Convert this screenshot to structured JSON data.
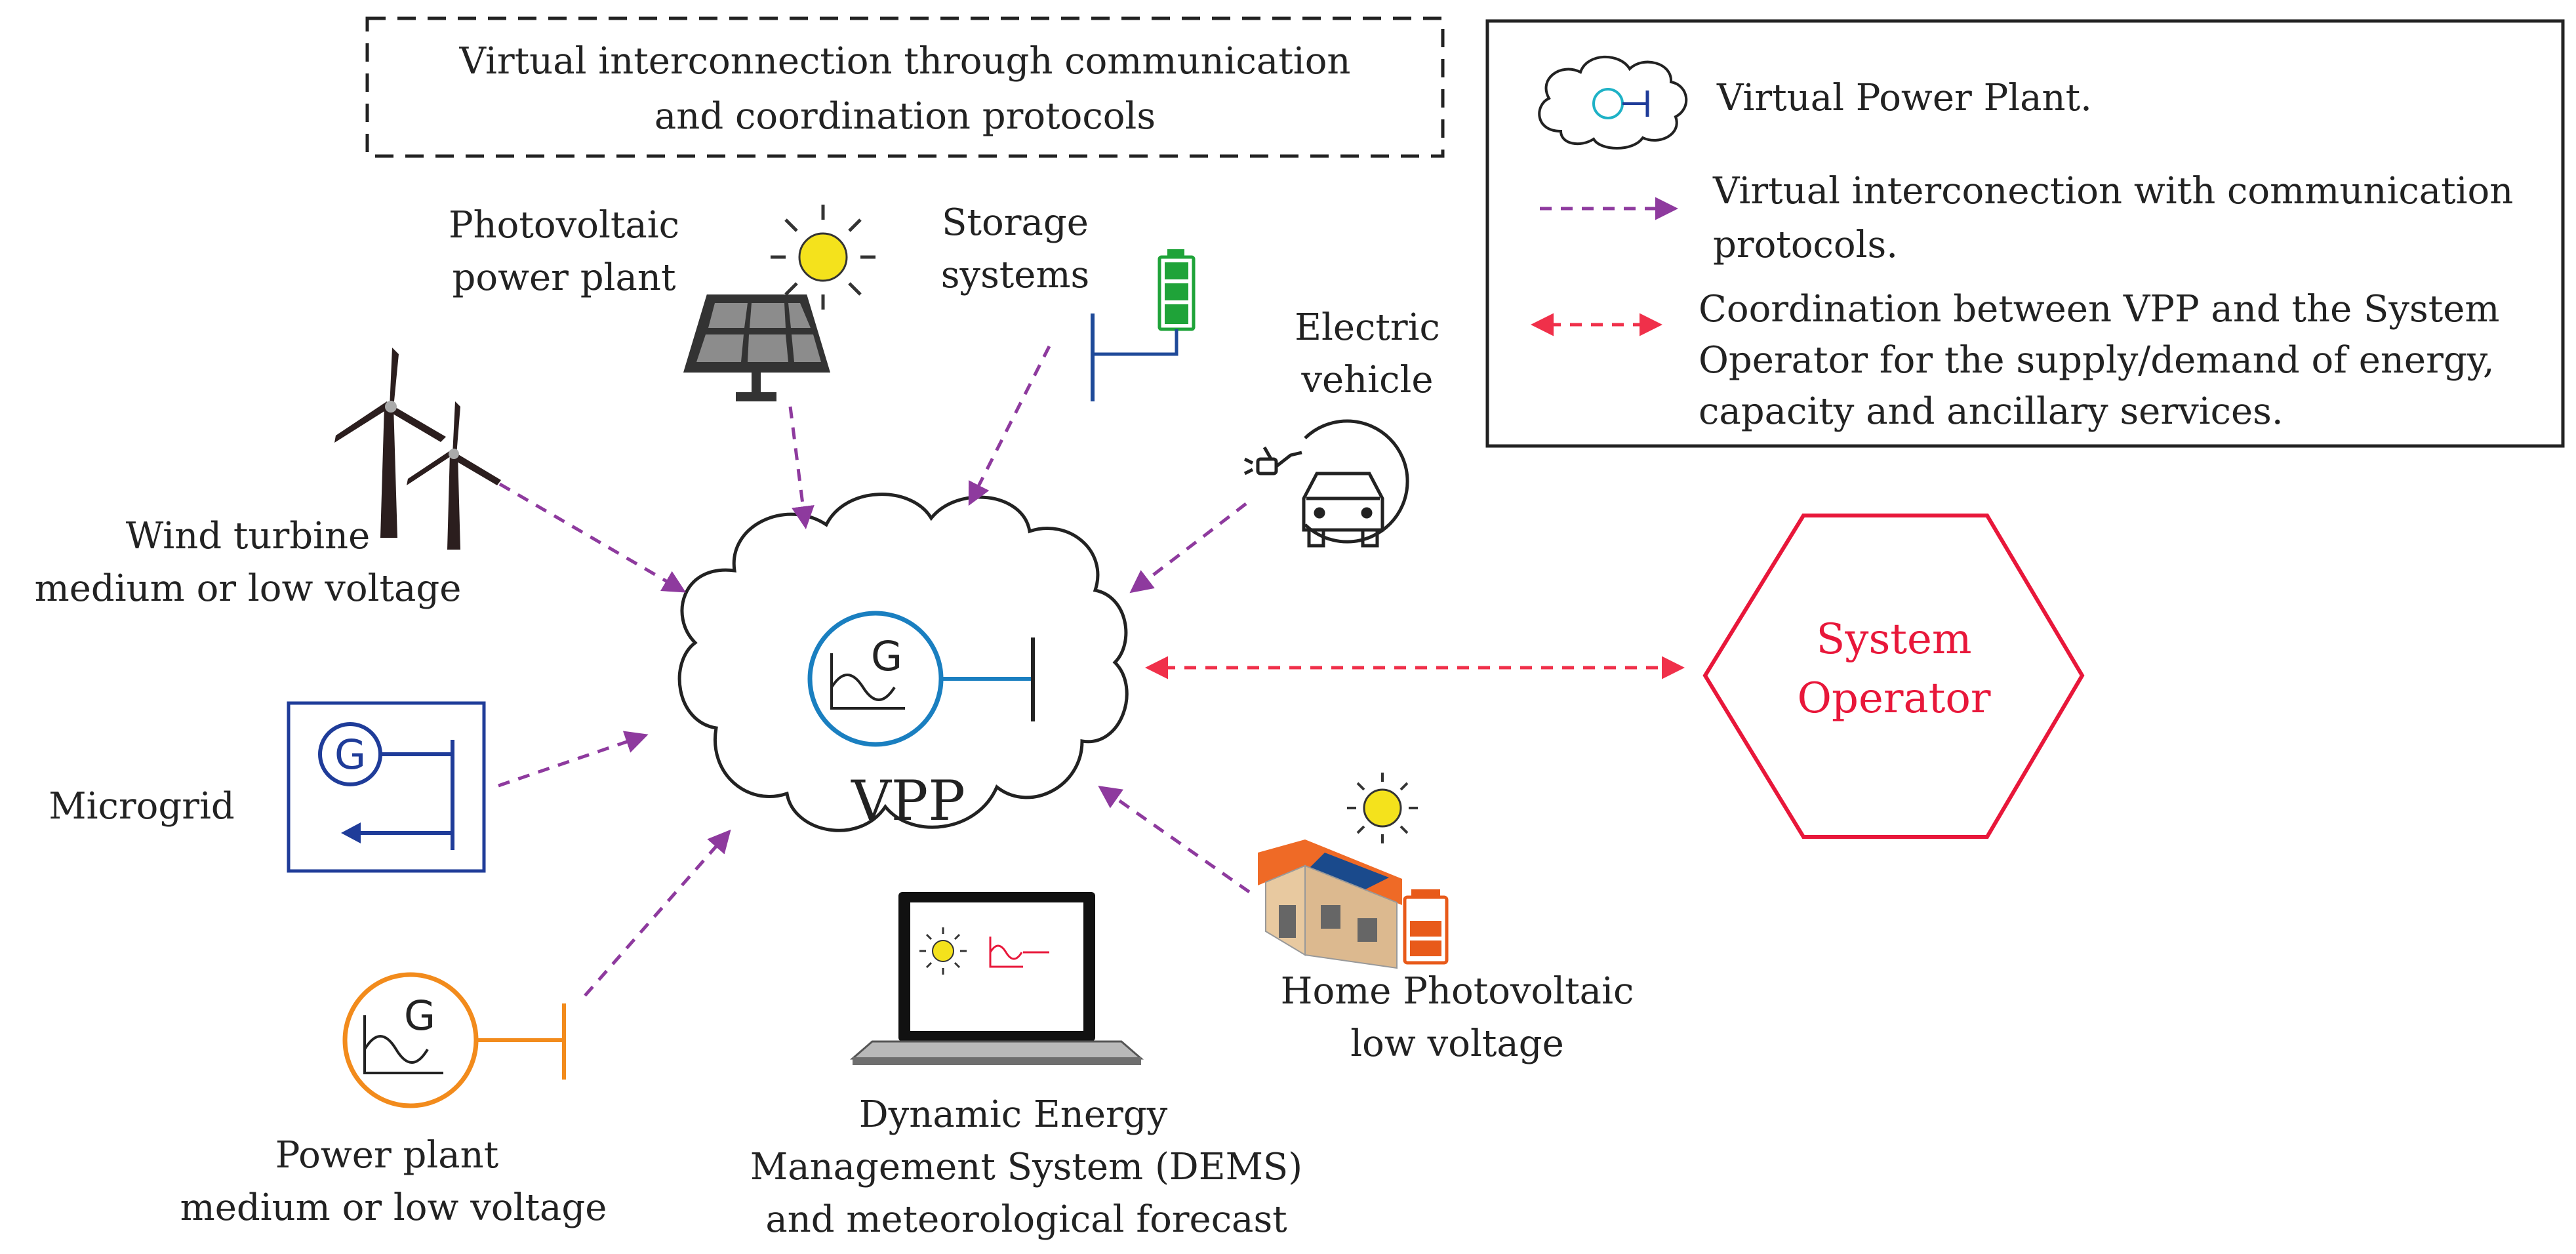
{
  "header_note": {
    "line1": "Virtual interconnection through communication",
    "line2": "and coordination protocols"
  },
  "legend": {
    "vpp": "Virtual Power Plant.",
    "virtual_line1": "Virtual interconection with communication",
    "virtual_line2": "protocols.",
    "coord_line1": "Coordination between VPP and the System",
    "coord_line2": "Operator for the supply/demand of energy,",
    "coord_line3": "capacity and ancillary services."
  },
  "nodes": {
    "pv_plant": [
      "Photovoltaic",
      "power plant"
    ],
    "storage": [
      "Storage",
      "systems"
    ],
    "ev": [
      "Electric",
      "vehicle"
    ],
    "wind": [
      "Wind turbine",
      "medium or low voltage"
    ],
    "microgrid": "Microgrid",
    "power_plant": [
      "Power plant",
      "medium or low voltage"
    ],
    "dems": [
      "Dynamic Energy",
      "Management System (DEMS)",
      "and meteorological forecast"
    ],
    "home_pv": [
      "Home Photovoltaic",
      "low voltage"
    ],
    "vpp": "VPP",
    "system_operator": [
      "System",
      "Operator"
    ],
    "generator_letter": "G"
  },
  "colors": {
    "virtual_arrow": "#8e3a9e",
    "coordination_arrow": "#f0304a",
    "vpp_generator": "#1a7fc0",
    "microgrid": "#1f3c99",
    "power_plant": "#f28b1c",
    "storage": "#1fa339",
    "ev_and_labels": "#222222",
    "operator": "#e8173a"
  },
  "icons": [
    "sun-icon",
    "solar-panel-icon",
    "battery-icon",
    "wind-turbine-icon",
    "ev-charger-icon",
    "cloud-icon",
    "generator-icon",
    "laptop-icon",
    "house-icon",
    "hexagon-icon"
  ]
}
